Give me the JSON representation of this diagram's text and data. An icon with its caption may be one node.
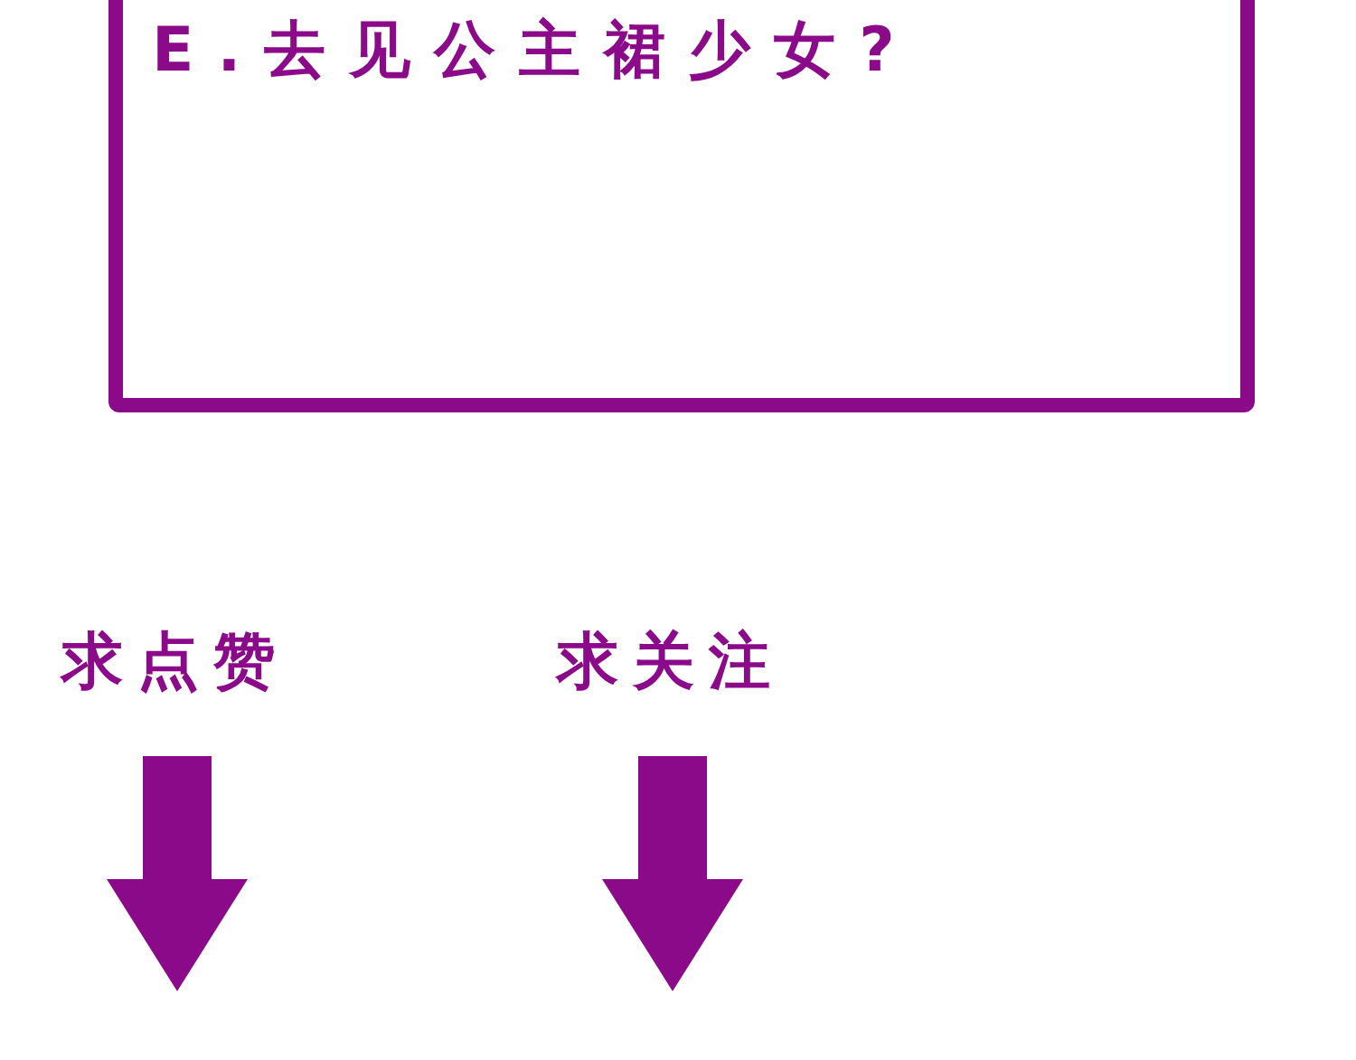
{
  "diagram": {
    "nodes": [
      {
        "text": [
          "E.去见公主裙少女?"
        ]
      },
      {
        "text": [
          "求点赞"
        ]
      },
      {
        "text": [
          "求关注"
        ]
      }
    ]
  }
}
